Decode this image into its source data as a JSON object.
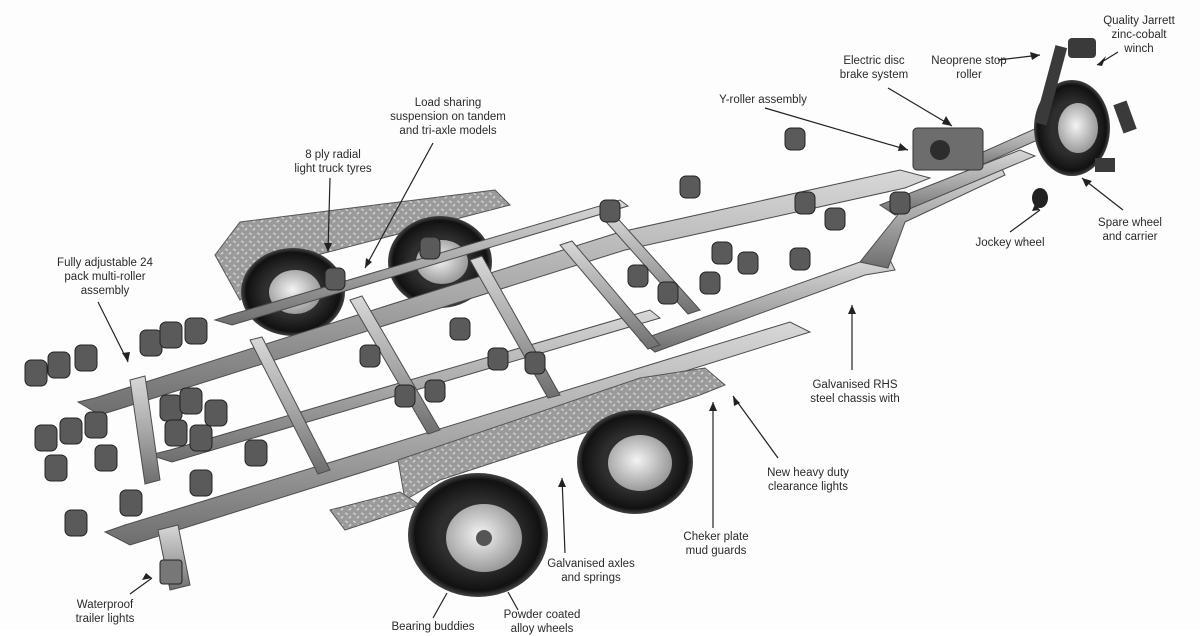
{
  "labels": {
    "winch": "Quality Jarrett\nzinc-cobalt\nwinch",
    "stop_roller": "Neoprene stop\nroller",
    "brake": "Electric disc\nbrake system",
    "y_roller": "Y-roller assembly",
    "suspension": "Load sharing\nsuspension on tandem\nand tri-axle models",
    "tyres": "8 ply radial\nlight truck tyres",
    "multi_roller": "Fully adjustable 24\npack multi-roller\nassembly",
    "spare_wheel": "Spare wheel\nand carrier",
    "jockey": "Jockey wheel",
    "chassis": "Galvanised RHS\nsteel chassis with",
    "clearance": "New heavy duty\nclearance lights",
    "mudguards": "Cheker plate\nmud guards",
    "axles": "Galvanised axles\nand springs",
    "alloy": "Powder coated\nalloy wheels",
    "buddies": "Bearing buddies",
    "tail_lights": "Waterproof\ntrailer lights"
  }
}
